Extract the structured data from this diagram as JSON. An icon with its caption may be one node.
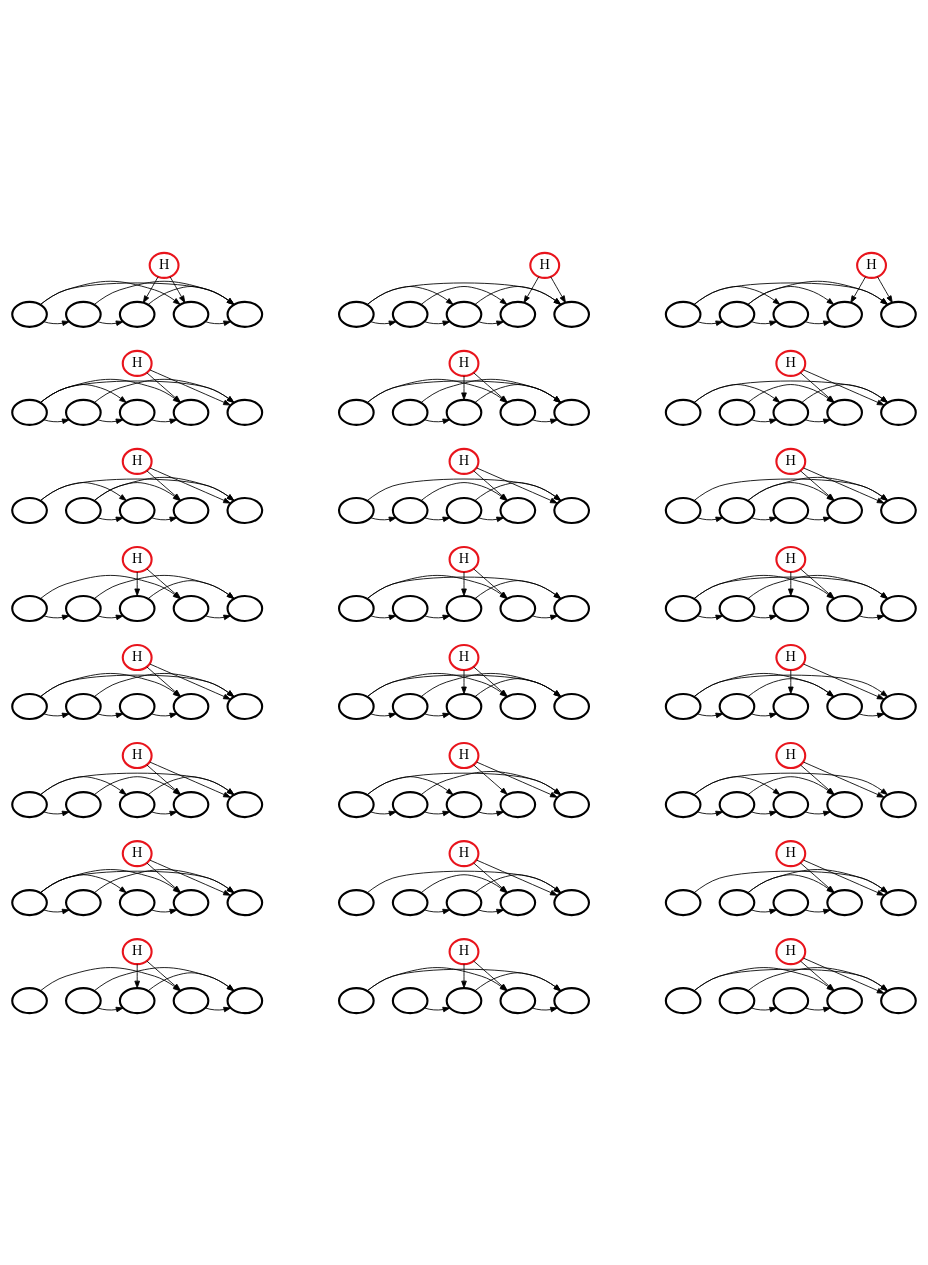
{
  "diagram": {
    "nodes": [
      {
        "text": [
          "H"
        ]
      },
      {
        "text": [],
        "shape": "ellipse"
      },
      {
        "text": [],
        "shape": "ellipse"
      },
      {
        "text": [],
        "shape": "ellipse"
      },
      {
        "text": [],
        "shape": "ellipse"
      },
      {
        "text": [],
        "shape": "ellipse"
      },
      {
        "text": [
          "H"
        ]
      },
      {
        "text": [],
        "shape": "ellipse"
      },
      {
        "text": [],
        "shape": "ellipse"
      },
      {
        "text": [],
        "shape": "ellipse"
      },
      {
        "text": [],
        "shape": "ellipse"
      },
      {
        "text": [],
        "shape": "ellipse"
      },
      {
        "text": [
          "H"
        ]
      },
      {
        "text": [],
        "shape": "ellipse"
      },
      {
        "text": [],
        "shape": "ellipse"
      },
      {
        "text": [],
        "shape": "ellipse"
      },
      {
        "text": [],
        "shape": "ellipse"
      },
      {
        "text": [],
        "shape": "ellipse"
      },
      {
        "text": [
          "H"
        ]
      },
      {
        "text": [],
        "shape": "ellipse"
      },
      {
        "text": [],
        "shape": "ellipse"
      },
      {
        "text": [],
        "shape": "ellipse"
      },
      {
        "text": [],
        "shape": "ellipse"
      },
      {
        "text": [],
        "shape": "ellipse"
      },
      {
        "text": [
          "H"
        ]
      },
      {
        "text": [],
        "shape": "ellipse"
      },
      {
        "text": [],
        "shape": "ellipse"
      },
      {
        "text": [],
        "shape": "ellipse"
      },
      {
        "text": [],
        "shape": "ellipse"
      },
      {
        "text": [],
        "shape": "ellipse"
      },
      {
        "text": [
          "H"
        ]
      },
      {
        "text": [],
        "shape": "ellipse"
      },
      {
        "text": [],
        "shape": "ellipse"
      },
      {
        "text": [],
        "shape": "ellipse"
      },
      {
        "text": [],
        "shape": "ellipse"
      },
      {
        "text": [],
        "shape": "ellipse"
      },
      {
        "text": [
          "H"
        ]
      },
      {
        "text": [],
        "shape": "ellipse"
      },
      {
        "text": [],
        "shape": "ellipse"
      },
      {
        "text": [],
        "shape": "ellipse"
      },
      {
        "text": [],
        "shape": "ellipse"
      },
      {
        "text": [],
        "shape": "ellipse"
      },
      {
        "text": [
          "H"
        ]
      },
      {
        "text": [],
        "shape": "ellipse"
      },
      {
        "text": [],
        "shape": "ellipse"
      },
      {
        "text": [],
        "shape": "ellipse"
      },
      {
        "text": [],
        "shape": "ellipse"
      },
      {
        "text": [],
        "shape": "ellipse"
      },
      {
        "text": [
          "H"
        ]
      },
      {
        "text": [],
        "shape": "ellipse"
      },
      {
        "text": [],
        "shape": "ellipse"
      },
      {
        "text": [],
        "shape": "ellipse"
      },
      {
        "text": [],
        "shape": "ellipse"
      },
      {
        "text": [],
        "shape": "ellipse"
      },
      {
        "text": [
          "H"
        ]
      },
      {
        "text": [],
        "shape": "ellipse"
      },
      {
        "text": [],
        "shape": "ellipse"
      },
      {
        "text": [],
        "shape": "ellipse"
      },
      {
        "text": [],
        "shape": "ellipse"
      },
      {
        "text": [],
        "shape": "ellipse"
      },
      {
        "text": [
          "H"
        ]
      },
      {
        "text": [],
        "shape": "ellipse"
      },
      {
        "text": [],
        "shape": "ellipse"
      },
      {
        "text": [],
        "shape": "ellipse"
      },
      {
        "text": [],
        "shape": "ellipse"
      },
      {
        "text": [],
        "shape": "ellipse"
      },
      {
        "text": [
          "H"
        ]
      },
      {
        "text": [],
        "shape": "ellipse"
      },
      {
        "text": [],
        "shape": "ellipse"
      },
      {
        "text": [],
        "shape": "ellipse"
      },
      {
        "text": [],
        "shape": "ellipse"
      },
      {
        "text": [],
        "shape": "ellipse"
      },
      {
        "text": [
          "H"
        ]
      },
      {
        "text": [],
        "shape": "ellipse"
      },
      {
        "text": [],
        "shape": "ellipse"
      },
      {
        "text": [],
        "shape": "ellipse"
      },
      {
        "text": [],
        "shape": "ellipse"
      },
      {
        "text": [],
        "shape": "ellipse"
      },
      {
        "text": [
          "H"
        ]
      },
      {
        "text": [],
        "shape": "ellipse"
      },
      {
        "text": [],
        "shape": "ellipse"
      },
      {
        "text": [],
        "shape": "ellipse"
      },
      {
        "text": [],
        "shape": "ellipse"
      },
      {
        "text": [],
        "shape": "ellipse"
      },
      {
        "text": [
          "H"
        ]
      },
      {
        "text": [],
        "shape": "ellipse"
      },
      {
        "text": [],
        "shape": "ellipse"
      },
      {
        "text": [],
        "shape": "ellipse"
      },
      {
        "text": [],
        "shape": "ellipse"
      },
      {
        "text": [],
        "shape": "ellipse"
      },
      {
        "text": [
          "H"
        ]
      },
      {
        "text": [],
        "shape": "ellipse"
      },
      {
        "text": [],
        "shape": "ellipse"
      },
      {
        "text": [],
        "shape": "ellipse"
      },
      {
        "text": [],
        "shape": "ellipse"
      },
      {
        "text": [],
        "shape": "ellipse"
      },
      {
        "text": [
          "H"
        ]
      },
      {
        "text": [],
        "shape": "ellipse"
      },
      {
        "text": [],
        "shape": "ellipse"
      },
      {
        "text": [],
        "shape": "ellipse"
      },
      {
        "text": [],
        "shape": "ellipse"
      },
      {
        "text": [],
        "shape": "ellipse"
      },
      {
        "text": [
          "H"
        ]
      },
      {
        "text": [],
        "shape": "ellipse"
      },
      {
        "text": [],
        "shape": "ellipse"
      },
      {
        "text": [],
        "shape": "ellipse"
      },
      {
        "text": [],
        "shape": "ellipse"
      },
      {
        "text": [],
        "shape": "ellipse"
      },
      {
        "text": [
          "H"
        ]
      },
      {
        "text": [],
        "shape": "ellipse"
      },
      {
        "text": [],
        "shape": "ellipse"
      },
      {
        "text": [],
        "shape": "ellipse"
      },
      {
        "text": [],
        "shape": "ellipse"
      },
      {
        "text": [],
        "shape": "ellipse"
      },
      {
        "text": [
          "H"
        ]
      },
      {
        "text": [],
        "shape": "ellipse"
      },
      {
        "text": [],
        "shape": "ellipse"
      },
      {
        "text": [],
        "shape": "ellipse"
      },
      {
        "text": [],
        "shape": "ellipse"
      },
      {
        "text": [],
        "shape": "ellipse"
      },
      {
        "text": [
          "H"
        ]
      },
      {
        "text": [],
        "shape": "ellipse"
      },
      {
        "text": [],
        "shape": "ellipse"
      },
      {
        "text": [],
        "shape": "ellipse"
      },
      {
        "text": [],
        "shape": "ellipse"
      },
      {
        "text": [],
        "shape": "ellipse"
      },
      {
        "text": [
          "H"
        ]
      },
      {
        "text": [],
        "shape": "ellipse"
      },
      {
        "text": [],
        "shape": "ellipse"
      },
      {
        "text": [],
        "shape": "ellipse"
      },
      {
        "text": [],
        "shape": "ellipse"
      },
      {
        "text": [],
        "shape": "ellipse"
      },
      {
        "text": [
          "H"
        ]
      },
      {
        "text": [],
        "shape": "ellipse"
      },
      {
        "text": [],
        "shape": "ellipse"
      },
      {
        "text": [],
        "shape": "ellipse"
      },
      {
        "text": [],
        "shape": "ellipse"
      },
      {
        "text": [],
        "shape": "ellipse"
      },
      {
        "text": [
          "H"
        ]
      },
      {
        "text": [],
        "shape": "ellipse"
      },
      {
        "text": [],
        "shape": "ellipse"
      },
      {
        "text": [],
        "shape": "ellipse"
      },
      {
        "text": [],
        "shape": "ellipse"
      },
      {
        "text": [],
        "shape": "ellipse"
      }
    ],
    "edges": [
      {
        "from": 1,
        "to": 2,
        "arrow": "to"
      },
      {
        "from": 2,
        "to": 3,
        "arrow": "to"
      },
      {
        "from": 4,
        "to": 5,
        "arrow": "to"
      },
      {
        "from": 1,
        "to": 4,
        "arrow": "to"
      },
      {
        "from": 3,
        "to": 5,
        "arrow": "to"
      },
      {
        "from": 2,
        "to": 5,
        "arrow": "to"
      },
      {
        "from": 1,
        "to": 5,
        "arrow": "to"
      },
      {
        "from": 0,
        "to": 3,
        "arrow": "to"
      },
      {
        "from": 0,
        "to": 4,
        "arrow": "to"
      },
      {
        "from": 7,
        "to": 8,
        "arrow": "to"
      },
      {
        "from": 8,
        "to": 9,
        "arrow": "to"
      },
      {
        "from": 9,
        "to": 10,
        "arrow": "to"
      },
      {
        "from": 7,
        "to": 9,
        "arrow": "to"
      },
      {
        "from": 9,
        "to": 11,
        "arrow": "to"
      },
      {
        "from": 8,
        "to": 10,
        "arrow": "to"
      },
      {
        "from": 7,
        "to": 11,
        "arrow": "to"
      },
      {
        "from": 6,
        "to": 10,
        "arrow": "to"
      },
      {
        "from": 6,
        "to": 11,
        "arrow": "to"
      },
      {
        "from": 13,
        "to": 14,
        "arrow": "to"
      },
      {
        "from": 14,
        "to": 15,
        "arrow": "to"
      },
      {
        "from": 15,
        "to": 16,
        "arrow": "to"
      },
      {
        "from": 13,
        "to": 15,
        "arrow": "to"
      },
      {
        "from": 14,
        "to": 16,
        "arrow": "to"
      },
      {
        "from": 14,
        "to": 17,
        "arrow": "to"
      },
      {
        "from": 13,
        "to": 17,
        "arrow": "to"
      },
      {
        "from": 12,
        "to": 16,
        "arrow": "to"
      },
      {
        "from": 12,
        "to": 17,
        "arrow": "to"
      },
      {
        "from": 19,
        "to": 20,
        "arrow": "to"
      },
      {
        "from": 20,
        "to": 21,
        "arrow": "to"
      },
      {
        "from": 21,
        "to": 22,
        "arrow": "to"
      },
      {
        "from": 19,
        "to": 21,
        "arrow": "to"
      },
      {
        "from": 20,
        "to": 23,
        "arrow": "to"
      },
      {
        "from": 19,
        "to": 22,
        "arrow": "to"
      },
      {
        "from": 19,
        "to": 23,
        "arrow": "to"
      },
      {
        "from": 18,
        "to": 22,
        "arrow": "to"
      },
      {
        "from": 18,
        "to": 23,
        "arrow": "to"
      },
      {
        "from": 26,
        "to": 27,
        "arrow": "to"
      },
      {
        "from": 28,
        "to": 29,
        "arrow": "to"
      },
      {
        "from": 25,
        "to": 28,
        "arrow": "to"
      },
      {
        "from": 27,
        "to": 29,
        "arrow": "to"
      },
      {
        "from": 26,
        "to": 29,
        "arrow": "to"
      },
      {
        "from": 25,
        "to": 29,
        "arrow": "to"
      },
      {
        "from": 24,
        "to": 27,
        "arrow": "to"
      },
      {
        "from": 24,
        "to": 28,
        "arrow": "to"
      },
      {
        "from": 32,
        "to": 33,
        "arrow": "to"
      },
      {
        "from": 33,
        "to": 34,
        "arrow": "to"
      },
      {
        "from": 32,
        "to": 34,
        "arrow": "to"
      },
      {
        "from": 33,
        "to": 35,
        "arrow": "to"
      },
      {
        "from": 31,
        "to": 33,
        "arrow": "to"
      },
      {
        "from": 31,
        "to": 35,
        "arrow": "to"
      },
      {
        "from": 30,
        "to": 34,
        "arrow": "to"
      },
      {
        "from": 30,
        "to": 35,
        "arrow": "to"
      },
      {
        "from": 38,
        "to": 39,
        "arrow": "to"
      },
      {
        "from": 39,
        "to": 40,
        "arrow": "to"
      },
      {
        "from": 37,
        "to": 39,
        "arrow": "to"
      },
      {
        "from": 38,
        "to": 40,
        "arrow": "to"
      },
      {
        "from": 38,
        "to": 41,
        "arrow": "to"
      },
      {
        "from": 37,
        "to": 41,
        "arrow": "to"
      },
      {
        "from": 36,
        "to": 40,
        "arrow": "to"
      },
      {
        "from": 36,
        "to": 41,
        "arrow": "to"
      },
      {
        "from": 43,
        "to": 44,
        "arrow": "to"
      },
      {
        "from": 44,
        "to": 45,
        "arrow": "to"
      },
      {
        "from": 45,
        "to": 46,
        "arrow": "to"
      },
      {
        "from": 44,
        "to": 46,
        "arrow": "to"
      },
      {
        "from": 45,
        "to": 47,
        "arrow": "to"
      },
      {
        "from": 43,
        "to": 47,
        "arrow": "to"
      },
      {
        "from": 42,
        "to": 46,
        "arrow": "to"
      },
      {
        "from": 42,
        "to": 47,
        "arrow": "to"
      },
      {
        "from": 49,
        "to": 50,
        "arrow": "to"
      },
      {
        "from": 50,
        "to": 51,
        "arrow": "to"
      },
      {
        "from": 51,
        "to": 52,
        "arrow": "to"
      },
      {
        "from": 50,
        "to": 52,
        "arrow": "to"
      },
      {
        "from": 50,
        "to": 53,
        "arrow": "to"
      },
      {
        "from": 49,
        "to": 53,
        "arrow": "to"
      },
      {
        "from": 48,
        "to": 52,
        "arrow": "to"
      },
      {
        "from": 48,
        "to": 53,
        "arrow": "to"
      },
      {
        "from": 55,
        "to": 56,
        "arrow": "to"
      },
      {
        "from": 56,
        "to": 57,
        "arrow": "to"
      },
      {
        "from": 58,
        "to": 59,
        "arrow": "to"
      },
      {
        "from": 55,
        "to": 58,
        "arrow": "to"
      },
      {
        "from": 57,
        "to": 59,
        "arrow": "to"
      },
      {
        "from": 56,
        "to": 59,
        "arrow": "to"
      },
      {
        "from": 54,
        "to": 57,
        "arrow": "to"
      },
      {
        "from": 54,
        "to": 58,
        "arrow": "to"
      },
      {
        "from": 61,
        "to": 62,
        "arrow": "to"
      },
      {
        "from": 62,
        "to": 63,
        "arrow": "to"
      },
      {
        "from": 64,
        "to": 65,
        "arrow": "to"
      },
      {
        "from": 63,
        "to": 65,
        "arrow": "to"
      },
      {
        "from": 61,
        "to": 64,
        "arrow": "to"
      },
      {
        "from": 61,
        "to": 65,
        "arrow": "to"
      },
      {
        "from": 60,
        "to": 63,
        "arrow": "to"
      },
      {
        "from": 60,
        "to": 64,
        "arrow": "to"
      },
      {
        "from": 67,
        "to": 68,
        "arrow": "to"
      },
      {
        "from": 68,
        "to": 69,
        "arrow": "to"
      },
      {
        "from": 70,
        "to": 71,
        "arrow": "to"
      },
      {
        "from": 67,
        "to": 70,
        "arrow": "to"
      },
      {
        "from": 68,
        "to": 71,
        "arrow": "to"
      },
      {
        "from": 67,
        "to": 71,
        "arrow": "to"
      },
      {
        "from": 66,
        "to": 69,
        "arrow": "to"
      },
      {
        "from": 66,
        "to": 70,
        "arrow": "to"
      },
      {
        "from": 73,
        "to": 74,
        "arrow": "to"
      },
      {
        "from": 74,
        "to": 75,
        "arrow": "to"
      },
      {
        "from": 75,
        "to": 76,
        "arrow": "to"
      },
      {
        "from": 73,
        "to": 76,
        "arrow": "to"
      },
      {
        "from": 74,
        "to": 77,
        "arrow": "to"
      },
      {
        "from": 73,
        "to": 77,
        "arrow": "to"
      },
      {
        "from": 72,
        "to": 76,
        "arrow": "to"
      },
      {
        "from": 72,
        "to": 77,
        "arrow": "to"
      },
      {
        "from": 79,
        "to": 80,
        "arrow": "to"
      },
      {
        "from": 80,
        "to": 81,
        "arrow": "to"
      },
      {
        "from": 79,
        "to": 82,
        "arrow": "to"
      },
      {
        "from": 81,
        "to": 83,
        "arrow": "to"
      },
      {
        "from": 80,
        "to": 83,
        "arrow": "to"
      },
      {
        "from": 79,
        "to": 83,
        "arrow": "to"
      },
      {
        "from": 78,
        "to": 81,
        "arrow": "to"
      },
      {
        "from": 78,
        "to": 82,
        "arrow": "to"
      },
      {
        "from": 85,
        "to": 86,
        "arrow": "to"
      },
      {
        "from": 86,
        "to": 87,
        "arrow": "to"
      },
      {
        "from": 88,
        "to": 89,
        "arrow": "to"
      },
      {
        "from": 86,
        "to": 88,
        "arrow": "to"
      },
      {
        "from": 85,
        "to": 88,
        "arrow": "to"
      },
      {
        "from": 85,
        "to": 89,
        "arrow": "to"
      },
      {
        "from": 84,
        "to": 87,
        "arrow": "to"
      },
      {
        "from": 84,
        "to": 89,
        "arrow": "to"
      },
      {
        "from": 91,
        "to": 92,
        "arrow": "to"
      },
      {
        "from": 93,
        "to": 94,
        "arrow": "to"
      },
      {
        "from": 91,
        "to": 93,
        "arrow": "to"
      },
      {
        "from": 93,
        "to": 95,
        "arrow": "to"
      },
      {
        "from": 92,
        "to": 94,
        "arrow": "to"
      },
      {
        "from": 91,
        "to": 95,
        "arrow": "to"
      },
      {
        "from": 90,
        "to": 94,
        "arrow": "to"
      },
      {
        "from": 90,
        "to": 95,
        "arrow": "to"
      },
      {
        "from": 97,
        "to": 98,
        "arrow": "to"
      },
      {
        "from": 98,
        "to": 99,
        "arrow": "to"
      },
      {
        "from": 99,
        "to": 100,
        "arrow": "to"
      },
      {
        "from": 98,
        "to": 101,
        "arrow": "to"
      },
      {
        "from": 97,
        "to": 99,
        "arrow": "to"
      },
      {
        "from": 97,
        "to": 101,
        "arrow": "to"
      },
      {
        "from": 96,
        "to": 100,
        "arrow": "to"
      },
      {
        "from": 96,
        "to": 101,
        "arrow": "to"
      },
      {
        "from": 103,
        "to": 104,
        "arrow": "to"
      },
      {
        "from": 104,
        "to": 105,
        "arrow": "to"
      },
      {
        "from": 105,
        "to": 106,
        "arrow": "to"
      },
      {
        "from": 104,
        "to": 106,
        "arrow": "to"
      },
      {
        "from": 103,
        "to": 105,
        "arrow": "to"
      },
      {
        "from": 103,
        "to": 107,
        "arrow": "to"
      },
      {
        "from": 102,
        "to": 106,
        "arrow": "to"
      },
      {
        "from": 102,
        "to": 107,
        "arrow": "to"
      },
      {
        "from": 109,
        "to": 110,
        "arrow": "to"
      },
      {
        "from": 111,
        "to": 112,
        "arrow": "to"
      },
      {
        "from": 109,
        "to": 112,
        "arrow": "to"
      },
      {
        "from": 109,
        "to": 111,
        "arrow": "to"
      },
      {
        "from": 110,
        "to": 113,
        "arrow": "to"
      },
      {
        "from": 109,
        "to": 113,
        "arrow": "to"
      },
      {
        "from": 108,
        "to": 112,
        "arrow": "to"
      },
      {
        "from": 108,
        "to": 113,
        "arrow": "to"
      },
      {
        "from": 116,
        "to": 117,
        "arrow": "to"
      },
      {
        "from": 117,
        "to": 118,
        "arrow": "to"
      },
      {
        "from": 117,
        "to": 119,
        "arrow": "to"
      },
      {
        "from": 116,
        "to": 118,
        "arrow": "to"
      },
      {
        "from": 115,
        "to": 119,
        "arrow": "to"
      },
      {
        "from": 114,
        "to": 118,
        "arrow": "to"
      },
      {
        "from": 114,
        "to": 119,
        "arrow": "to"
      },
      {
        "from": 122,
        "to": 123,
        "arrow": "to"
      },
      {
        "from": 123,
        "to": 124,
        "arrow": "to"
      },
      {
        "from": 122,
        "to": 124,
        "arrow": "to"
      },
      {
        "from": 122,
        "to": 125,
        "arrow": "to"
      },
      {
        "from": 121,
        "to": 125,
        "arrow": "to"
      },
      {
        "from": 120,
        "to": 124,
        "arrow": "to"
      },
      {
        "from": 120,
        "to": 125,
        "arrow": "to"
      },
      {
        "from": 128,
        "to": 129,
        "arrow": "to"
      },
      {
        "from": 130,
        "to": 131,
        "arrow": "to"
      },
      {
        "from": 127,
        "to": 130,
        "arrow": "to"
      },
      {
        "from": 129,
        "to": 131,
        "arrow": "to"
      },
      {
        "from": 128,
        "to": 131,
        "arrow": "to"
      },
      {
        "from": 126,
        "to": 129,
        "arrow": "to"
      },
      {
        "from": 126,
        "to": 130,
        "arrow": "to"
      },
      {
        "from": 134,
        "to": 135,
        "arrow": "to"
      },
      {
        "from": 136,
        "to": 137,
        "arrow": "to"
      },
      {
        "from": 133,
        "to": 136,
        "arrow": "to"
      },
      {
        "from": 135,
        "to": 137,
        "arrow": "to"
      },
      {
        "from": 133,
        "to": 137,
        "arrow": "to"
      },
      {
        "from": 132,
        "to": 135,
        "arrow": "to"
      },
      {
        "from": 132,
        "to": 136,
        "arrow": "to"
      },
      {
        "from": 140,
        "to": 141,
        "arrow": "to"
      },
      {
        "from": 141,
        "to": 142,
        "arrow": "to"
      },
      {
        "from": 139,
        "to": 142,
        "arrow": "to"
      },
      {
        "from": 140,
        "to": 143,
        "arrow": "to"
      },
      {
        "from": 139,
        "to": 143,
        "arrow": "to"
      },
      {
        "from": 138,
        "to": 142,
        "arrow": "to"
      },
      {
        "from": 138,
        "to": 143,
        "arrow": "to"
      }
    ]
  }
}
